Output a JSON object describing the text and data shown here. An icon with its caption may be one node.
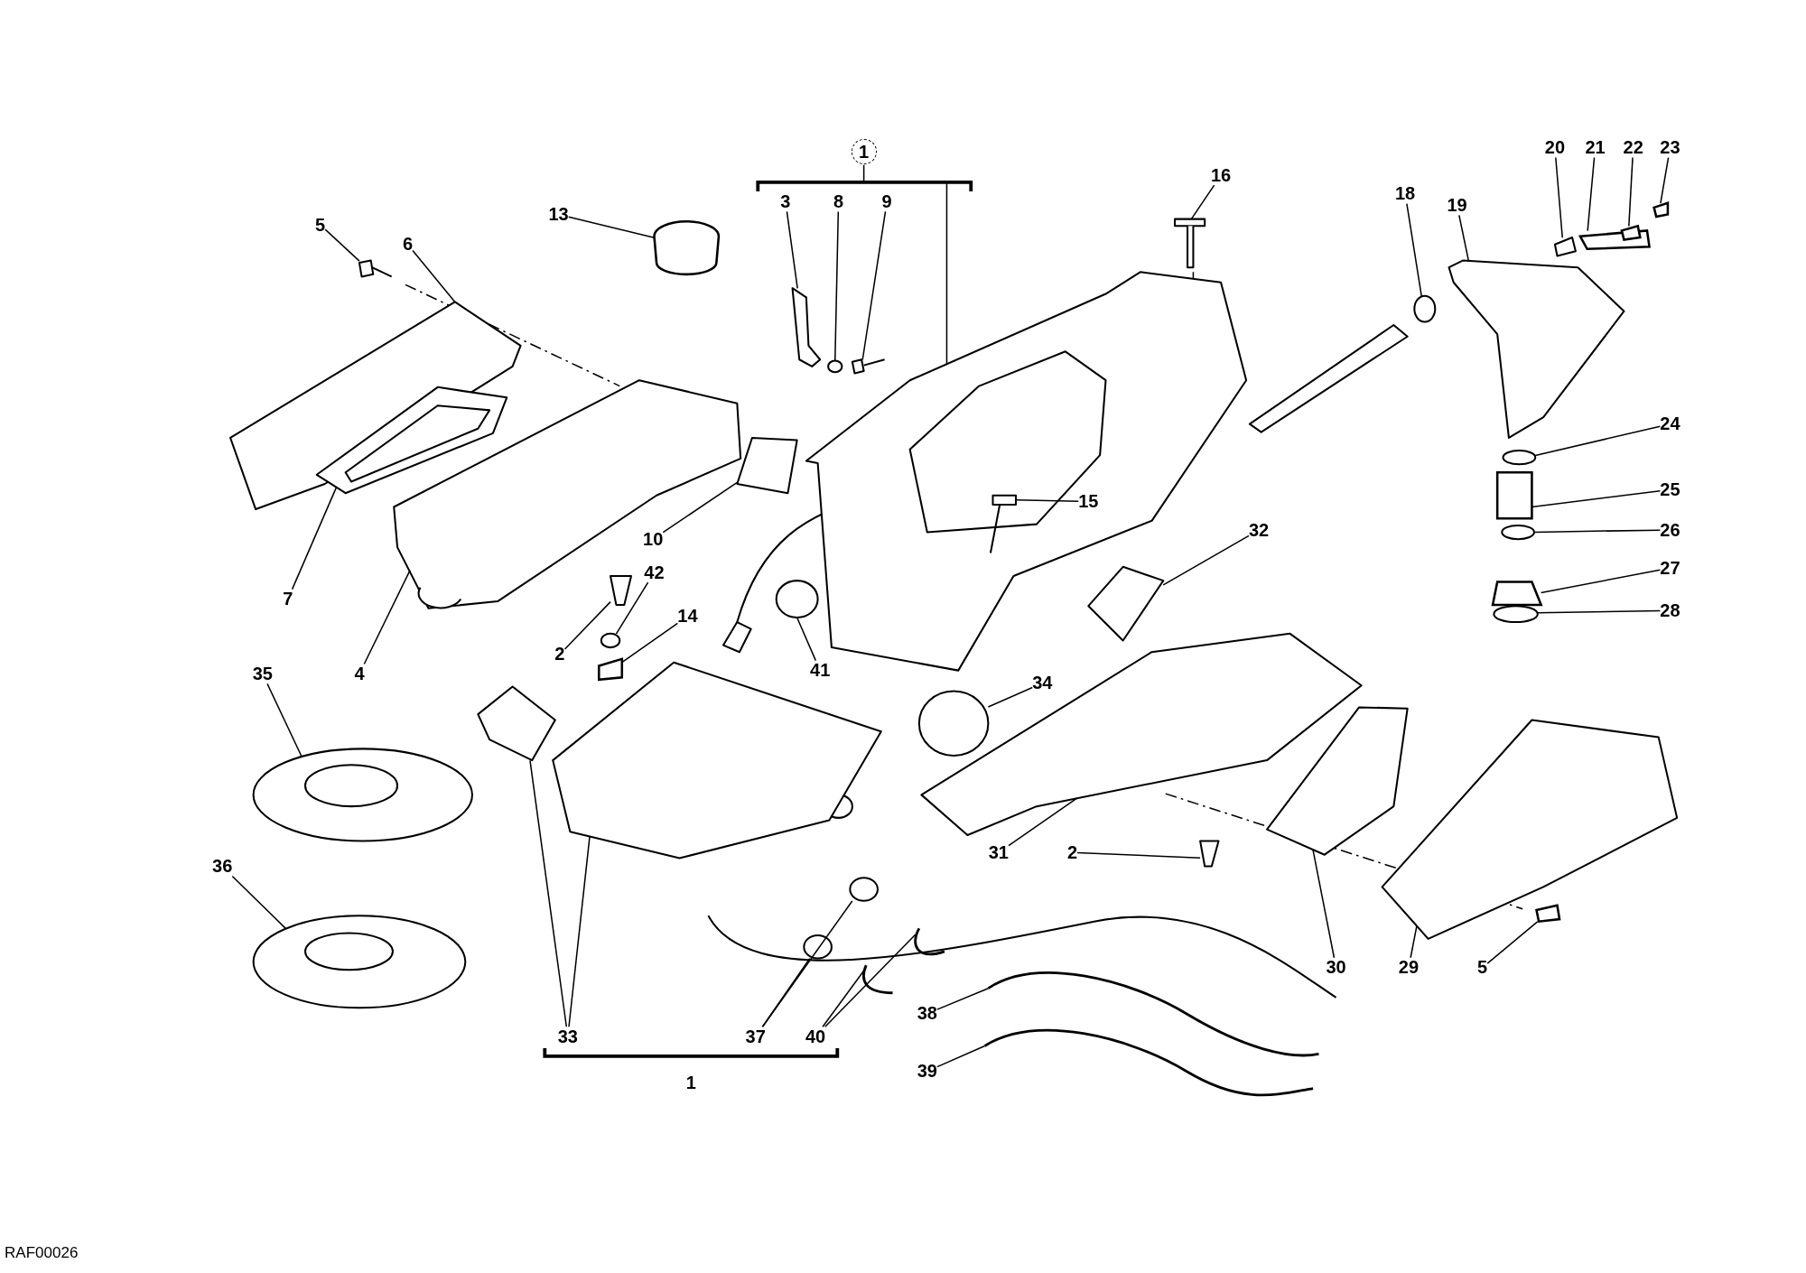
{
  "diagram": {
    "nodes": [
      {
        "text": [
          "1"
        ]
      },
      {
        "text": [
          "13"
        ]
      },
      {
        "text": [
          "3"
        ]
      },
      {
        "text": [
          "8"
        ]
      },
      {
        "text": [
          "9"
        ]
      },
      {
        "text": [
          "16"
        ]
      },
      {
        "text": [
          "18"
        ]
      },
      {
        "text": [
          "19"
        ]
      },
      {
        "text": [
          "20"
        ]
      },
      {
        "text": [
          "21"
        ]
      },
      {
        "text": [
          "22"
        ]
      },
      {
        "text": [
          "23"
        ]
      },
      {
        "text": [
          "5"
        ]
      },
      {
        "text": [
          "6"
        ]
      },
      {
        "text": [
          "24"
        ]
      },
      {
        "text": [
          "15"
        ],
        "in": 41
      },
      {
        "text": [
          "32"
        ]
      },
      {
        "text": [
          "25"
        ]
      },
      {
        "text": [
          "26"
        ]
      },
      {
        "text": [
          "10"
        ]
      },
      {
        "text": [
          "42"
        ]
      },
      {
        "text": [
          "27"
        ]
      },
      {
        "text": [
          "28"
        ]
      },
      {
        "text": [
          "7"
        ]
      },
      {
        "text": [
          "14"
        ]
      },
      {
        "text": [
          "2"
        ]
      },
      {
        "text": [
          "41"
        ]
      },
      {
        "text": [
          "35"
        ]
      },
      {
        "text": [
          "4"
        ]
      },
      {
        "text": [
          "34"
        ]
      },
      {
        "text": [
          "31"
        ]
      },
      {
        "text": [
          "2"
        ]
      },
      {
        "text": [
          "36"
        ]
      },
      {
        "text": [
          "30"
        ]
      },
      {
        "text": [
          "29"
        ]
      },
      {
        "text": [
          "5"
        ]
      },
      {
        "text": [
          "38"
        ]
      },
      {
        "text": [
          "33"
        ]
      },
      {
        "text": [
          "37"
        ]
      },
      {
        "text": [
          "40"
        ]
      },
      {
        "text": [
          "39"
        ]
      },
      {
        "text": [],
        "shape": "picture"
      },
      {
        "text": [],
        "shape": "box"
      },
      {
        "text": [],
        "shape": "picture"
      },
      {
        "text": [],
        "shape": "picture"
      },
      {
        "text": [],
        "shape": "picture"
      },
      {
        "text": [],
        "shape": "picture"
      },
      {
        "text": [],
        "shape": "picture"
      },
      {
        "text": [],
        "shape": "picture"
      },
      {
        "text": [],
        "shape": "picture"
      },
      {
        "text": [],
        "shape": "box"
      },
      {
        "text": [],
        "shape": "box"
      },
      {
        "text": [],
        "shape": "box"
      },
      {
        "text": [],
        "shape": "picture"
      },
      {
        "text": [],
        "shape": "picture"
      },
      {
        "text": [],
        "shape": "picture"
      },
      {
        "text": [],
        "shape": "picture",
        "in": 41
      },
      {
        "text": [],
        "shape": "picture"
      },
      {
        "text": [],
        "shape": "box"
      },
      {
        "text": [],
        "shape": "picture"
      },
      {
        "text": [],
        "shape": "picture"
      },
      {
        "text": [],
        "shape": "picture"
      },
      {
        "text": [],
        "shape": "box"
      },
      {
        "text": [],
        "shape": "picture"
      },
      {
        "text": [],
        "shape": "picture"
      },
      {
        "text": [],
        "shape": "box"
      },
      {
        "text": [],
        "shape": "picture"
      },
      {
        "text": [],
        "shape": "picture"
      },
      {
        "text": [],
        "shape": "picture"
      },
      {
        "text": [],
        "shape": "picture"
      },
      {
        "text": [],
        "shape": "picture"
      },
      {
        "text": [],
        "shape": "picture"
      },
      {
        "text": [],
        "shape": "picture"
      },
      {
        "text": [],
        "shape": "picture"
      },
      {
        "text": [],
        "shape": "picture"
      },
      {
        "text": [],
        "shape": "picture"
      },
      {
        "text": [],
        "shape": "box"
      },
      {
        "text": [],
        "shape": "picture"
      },
      {
        "text": [],
        "shape": "picture"
      },
      {
        "text": [],
        "shape": "picture"
      },
      {
        "text": [],
        "shape": "picture"
      },
      {
        "text": [],
        "shape": "picture"
      },
      {
        "text": [],
        "shape": "picture"
      },
      {
        "text": [],
        "shape": "picture"
      },
      {
        "text": [],
        "shape": "picture"
      }
    ],
    "edges": [
      {
        "from": 0,
        "to": 41,
        "arrow": "none"
      },
      {
        "from": 1,
        "to": 42,
        "arrow": "none"
      },
      {
        "from": 2,
        "to": 43,
        "arrow": "none"
      },
      {
        "from": 3,
        "to": 44,
        "arrow": "none"
      },
      {
        "from": 4,
        "to": 45,
        "arrow": "none"
      },
      {
        "from": 5,
        "to": 46,
        "arrow": "none"
      },
      {
        "from": 6,
        "to": 47,
        "arrow": "none"
      },
      {
        "from": 7,
        "to": 48,
        "arrow": "none"
      },
      {
        "from": 8,
        "to": 49,
        "arrow": "none"
      },
      {
        "from": 9,
        "to": 50,
        "arrow": "none"
      },
      {
        "from": 10,
        "to": 51,
        "arrow": "none"
      },
      {
        "from": 11,
        "to": 52,
        "arrow": "none"
      },
      {
        "from": 12,
        "to": 53,
        "arrow": "none"
      },
      {
        "from": 13,
        "to": 54,
        "arrow": "none"
      },
      {
        "from": 14,
        "to": 55,
        "arrow": "none"
      },
      {
        "from": 15,
        "to": 56,
        "arrow": "none"
      },
      {
        "from": 16,
        "to": 57,
        "arrow": "none"
      },
      {
        "from": 17,
        "to": 58,
        "arrow": "none"
      },
      {
        "from": 18,
        "to": 59,
        "arrow": "none"
      },
      {
        "from": 19,
        "to": 60,
        "arrow": "none"
      },
      {
        "from": 20,
        "to": 61,
        "arrow": "none"
      },
      {
        "from": 21,
        "to": 62,
        "arrow": "none"
      },
      {
        "from": 22,
        "to": 63,
        "arrow": "none"
      },
      {
        "from": 23,
        "to": 64,
        "arrow": "none"
      },
      {
        "from": 24,
        "to": 65,
        "arrow": "none"
      },
      {
        "from": 25,
        "to": 66,
        "arrow": "none"
      },
      {
        "from": 26,
        "to": 67,
        "arrow": "none"
      },
      {
        "from": 27,
        "to": 68,
        "arrow": "none"
      },
      {
        "from": 28,
        "to": 69,
        "arrow": "none"
      },
      {
        "from": 29,
        "to": 70,
        "arrow": "none"
      },
      {
        "from": 30,
        "to": 71,
        "arrow": "none"
      },
      {
        "from": 31,
        "to": 72,
        "arrow": "none"
      },
      {
        "from": 32,
        "to": 73,
        "arrow": "none"
      },
      {
        "from": 33,
        "to": 74,
        "arrow": "none"
      },
      {
        "from": 34,
        "to": 75,
        "arrow": "none"
      },
      {
        "from": 35,
        "to": 76,
        "arrow": "none"
      },
      {
        "from": 36,
        "to": 77,
        "arrow": "none"
      },
      {
        "from": 37,
        "to": 78,
        "arrow": "none"
      },
      {
        "from": 37,
        "to": 79,
        "arrow": "none"
      },
      {
        "from": 38,
        "to": 80,
        "arrow": "none"
      },
      {
        "from": 38,
        "to": 81,
        "arrow": "none"
      },
      {
        "from": 39,
        "to": 82,
        "arrow": "none"
      },
      {
        "from": 39,
        "to": 83,
        "arrow": "none"
      },
      {
        "from": 40,
        "to": 84,
        "arrow": "none"
      }
    ],
    "labels": [
      "1",
      "RAF00026"
    ]
  }
}
